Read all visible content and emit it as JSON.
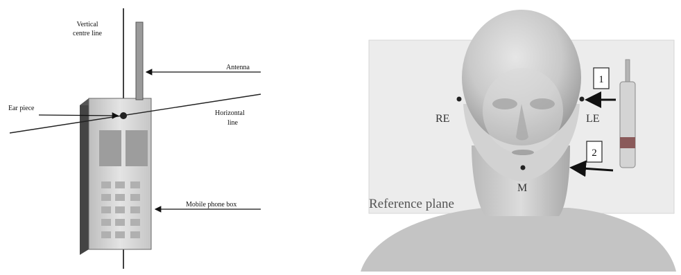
{
  "left_panel": {
    "labels": {
      "vertical_centre_line": [
        "Vertical",
        "centre line"
      ],
      "antenna": "Antenna",
      "ear_piece": "Ear piece",
      "horizontal_line": [
        "Horizontal",
        "line"
      ],
      "mobile_phone_box": "Mobile phone box"
    }
  },
  "right_panel": {
    "labels": {
      "right_ear": "RE",
      "left_ear": "LE",
      "mouth": "M",
      "reference_plane": "Reference plane",
      "position_1": "1",
      "position_2": "2"
    }
  },
  "colors": {
    "line": "#111111",
    "phone_body": "#d8d8d8",
    "phone_dark": "#3a3a3a",
    "plane": "#ececec",
    "skin": "#cfcfcf",
    "phone_band": "#8a5a5a"
  }
}
